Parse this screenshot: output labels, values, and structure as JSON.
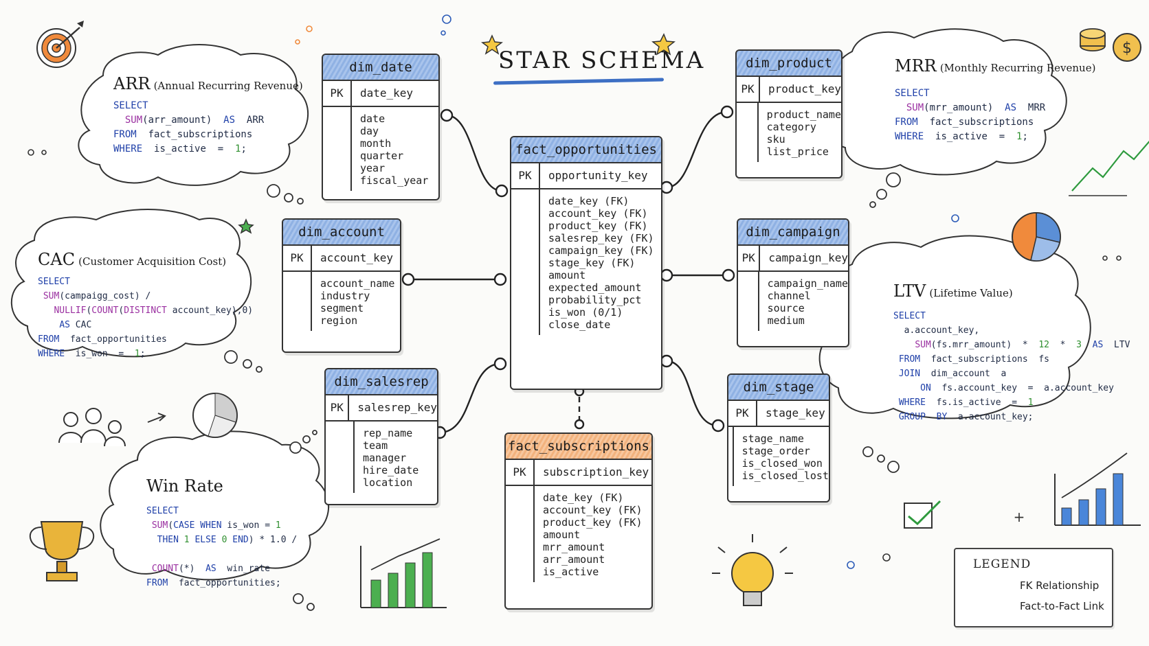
{
  "title": "STAR SCHEMA",
  "pk_label": "PK",
  "entities": {
    "dim_date": {
      "name": "dim_date",
      "pk": "date_key",
      "fields": [
        "date",
        "day",
        "month",
        "quarter",
        "year",
        "fiscal_year"
      ]
    },
    "dim_account": {
      "name": "dim_account",
      "pk": "account_key",
      "fields": [
        "account_name",
        "industry",
        "segment",
        "region"
      ]
    },
    "dim_salesrep": {
      "name": "dim_salesrep",
      "pk": "salesrep_key",
      "fields": [
        "rep_name",
        "team",
        "manager",
        "hire_date",
        "location"
      ]
    },
    "fact_opportunities": {
      "name": "fact_opportunities",
      "pk": "opportunity_key",
      "fields": [
        "date_key  (FK)",
        "account_key  (FK)",
        "product_key  (FK)",
        "salesrep_key  (FK)",
        "campaign_key  (FK)",
        "stage_key  (FK)",
        "amount",
        "expected_amount",
        "probability_pct",
        "is_won  (0/1)",
        "close_date"
      ]
    },
    "fact_subscriptions": {
      "name": "fact_subscriptions",
      "pk": "subscription_key",
      "fields": [
        "date_key  (FK)",
        "account_key  (FK)",
        "product_key  (FK)",
        "amount",
        "mrr_amount",
        "arr_amount",
        "is_active"
      ]
    },
    "dim_product": {
      "name": "dim_product",
      "pk": "product_key",
      "fields": [
        "product_name",
        "category",
        "sku",
        "list_price"
      ]
    },
    "dim_campaign": {
      "name": "dim_campaign",
      "pk": "campaign_key",
      "fields": [
        "campaign_name",
        "channel",
        "source",
        "medium"
      ]
    },
    "dim_stage": {
      "name": "dim_stage",
      "pk": "stage_key",
      "fields": [
        "stage_name",
        "stage_order",
        "is_closed_won",
        "is_closed_lost"
      ]
    }
  },
  "metrics": {
    "arr": {
      "title": "ARR",
      "subtitle": "(Annual Recurring Revenue)",
      "code": [
        "SELECT",
        "  SUM(arr_amount)  AS  ARR",
        "FROM  fact_subscriptions",
        "WHERE  is_active  =  1;"
      ]
    },
    "cac": {
      "title": "CAC",
      "subtitle": "(Customer Acquisition Cost)",
      "code": [
        "SELECT",
        " SUM(campaigg_cost) /",
        "   NULLIF(COUNT(DISTINCT account_key),0)",
        "    AS CAC",
        "FROM  fact_opportunities",
        "WHERE  is_won  =  1;"
      ]
    },
    "win_rate": {
      "title": "Win Rate",
      "subtitle": "",
      "code": [
        "SELECT",
        " SUM(CASE WHEN is_won = 1",
        "  THEN 1 ELSE 0 END) * 1.0 /",
        "",
        " COUNT(*)  AS  win_rate",
        "FROM  fact_opportunities;"
      ]
    },
    "mrr": {
      "title": "MRR",
      "subtitle": "(Monthly Recurring Revenue)",
      "code": [
        "SELECT",
        "  SUM(mrr_amount)  AS  MRR",
        "FROM  fact_subscriptions",
        "WHERE  is_active  =  1;"
      ]
    },
    "ltv": {
      "title": "LTV",
      "subtitle": "(Lifetime Value)",
      "code": [
        "SELECT",
        "  a.account_key,",
        "    SUM(fs.mrr_amount)  *  12  *  3  AS  LTV",
        " FROM  fact_subscriptions  fs",
        " JOIN  dim_account  a",
        "     ON  fs.account_key  =  a.account_key",
        " WHERE  fs.is_active  =  1",
        " GROUP  BY  a.account_key;"
      ]
    }
  },
  "legend": {
    "title": "LEGEND",
    "fk": "FK  Relationship",
    "f2f": "Fact-to-Fact  Link"
  },
  "icons": [
    "target-icon",
    "coins-icon",
    "trend-up-icon",
    "pie-chart-icon",
    "people-icon",
    "trophy-icon",
    "bar-chart-icon",
    "lightbulb-icon",
    "checkbox-icon",
    "star-icon"
  ],
  "colors": {
    "header_blue": "#8fb1e3",
    "header_orange": "#f2b27d",
    "accent_blue": "#3d6fc4",
    "code_keyword": "#1e3fa8",
    "code_function": "#9a2fa0",
    "code_number": "#2f8f2f"
  }
}
